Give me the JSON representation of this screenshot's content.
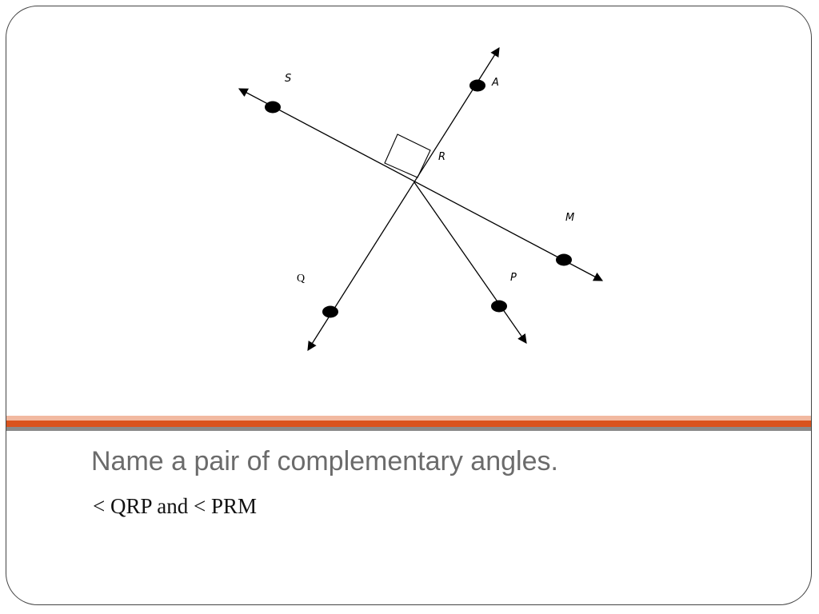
{
  "diagram": {
    "labels": {
      "S": "S",
      "A": "A",
      "R": "R",
      "M": "M",
      "Q": "Q",
      "P": "P"
    }
  },
  "slide": {
    "question": "Name a pair of complementary angles.",
    "answer": "< QRP and < PRM"
  },
  "colors": {
    "divider_light": "#f2b9a0",
    "divider_orange": "#d9531e",
    "divider_gray": "#8a8a8a",
    "question_text": "#6b6b6b"
  }
}
